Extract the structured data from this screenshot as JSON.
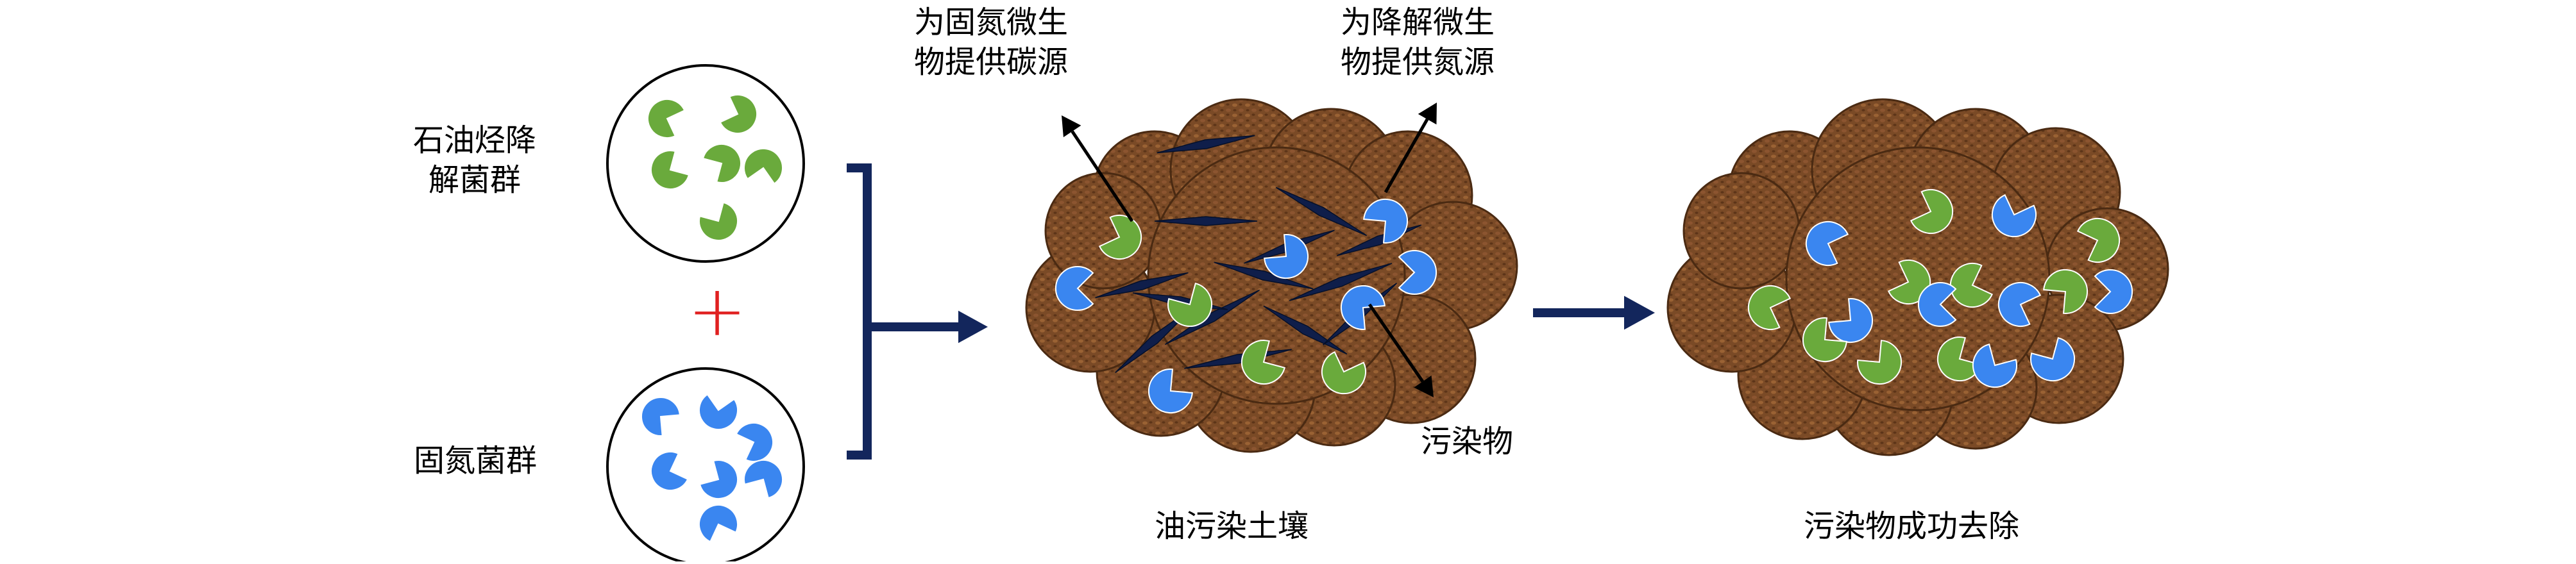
{
  "labels": {
    "petroleum_group_line1": "石油烃降",
    "petroleum_group_line2": "解菌群",
    "plus_sign": "+",
    "nitrogen_group": "固氮菌群",
    "carbon_note_line1": "为固氮微生",
    "carbon_note_line2": "物提供碳源",
    "nitrogen_note_line1": "为降解微生",
    "nitrogen_note_line2": "物提供氮源",
    "pollutant": "污染物",
    "oil_soil": "油污染土壤",
    "removed": "污染物成功去除"
  },
  "colors": {
    "degrader_green": "#6aaa3c",
    "fixer_blue": "#3a86f0",
    "soil_brown": "#7a4a26",
    "soil_dark": "#4a2a12",
    "arrow_navy": "#13265c",
    "pollutant_navy": "#0f1e4a",
    "plus_red": "#e02020"
  },
  "icons": {
    "microbe_shape": "pac-man-microbe-icon",
    "pollutant_shape": "needle-pollutant-icon"
  }
}
